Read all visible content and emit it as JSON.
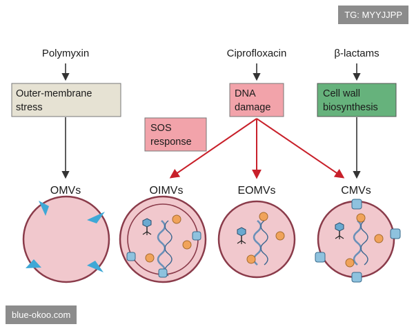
{
  "watermarks": {
    "top": "TG: MYYJJPP",
    "bottom": "blue-okoo.com"
  },
  "drugs": {
    "polymyxin": "Polymyxin",
    "ciprofloxacin": "Ciprofloxacin",
    "beta_lactams": "β-lactams"
  },
  "boxes": {
    "outer_membrane_stress": [
      "Outer-membrane",
      "stress"
    ],
    "dna_damage": [
      "DNA",
      "damage"
    ],
    "cell_wall_biosynthesis": [
      "Cell wall",
      "biosynthesis"
    ],
    "sos_response": [
      "SOS",
      "response"
    ]
  },
  "vesicles": {
    "omvs": "OMVs",
    "oimvs": "OIMVs",
    "eomvs": "EOMVs",
    "cmvs": "CMVs"
  },
  "colors": {
    "beige_box": "#e6e2d3",
    "pink_box": "#f2a3aa",
    "green_box": "#66b27c",
    "red_arrow": "#c8202a",
    "vesicle_fill": "#f1c8cd",
    "vesicle_edge": "#8a3b4a",
    "protein_blue": "#8ec2de",
    "particle_orange": "#f0a35a",
    "dna_blue": "#6a90b8",
    "triangle_cyan": "#3fa8d6"
  },
  "icons": [
    "arrow-down-icon",
    "bacteriophage-icon",
    "dna-helix-icon",
    "membrane-protein-icon",
    "antibiotic-wedge-icon"
  ]
}
